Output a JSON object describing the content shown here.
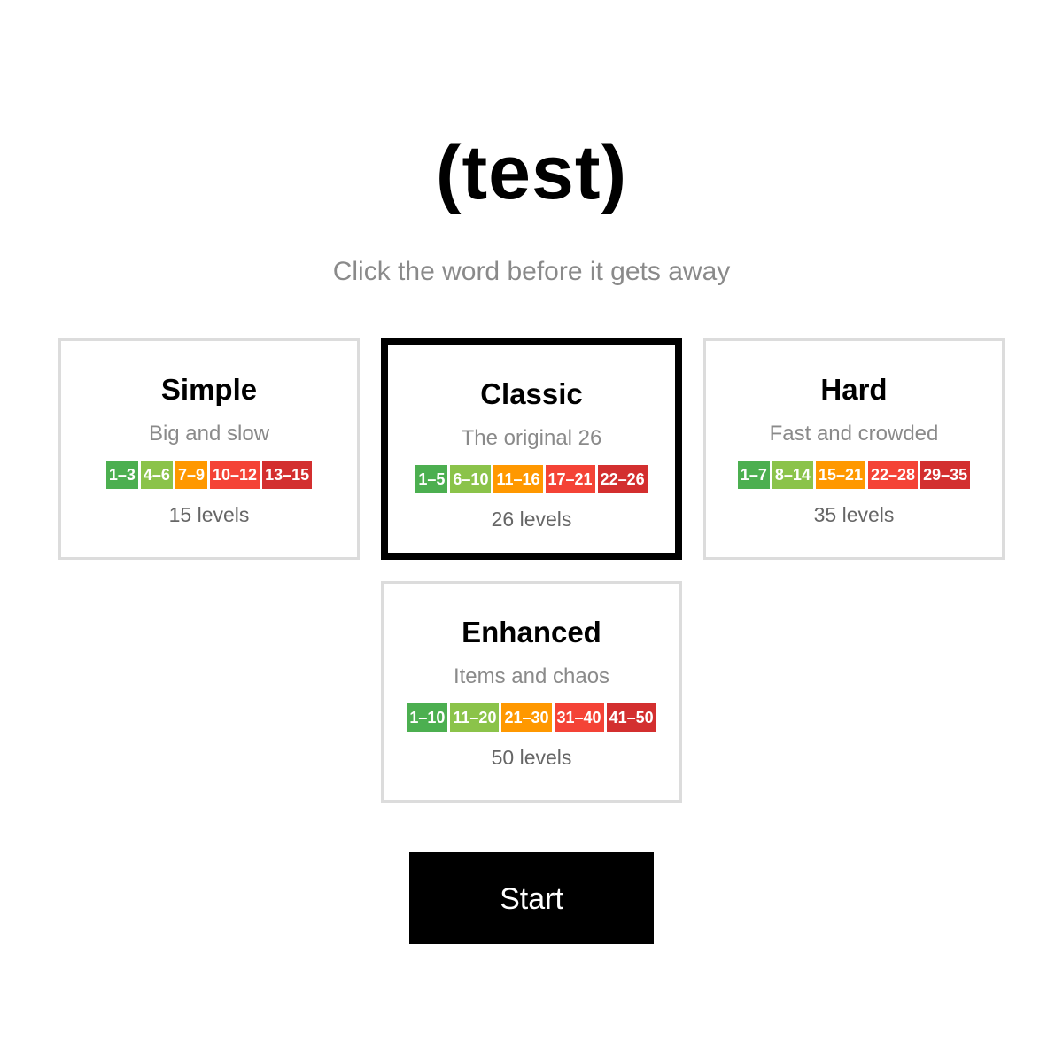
{
  "title": "(test)",
  "subtitle": "Click the word before it gets away",
  "colors": {
    "range_1": "#4caf50",
    "range_2": "#8bc34a",
    "range_3": "#ff9800",
    "range_4": "#f44336",
    "range_5": "#d32f2f",
    "selected_border": "#000000",
    "card_border": "#dcdcdc"
  },
  "modes": [
    {
      "name": "Simple",
      "description": "Big and slow",
      "ranges": [
        "1–3",
        "4–6",
        "7–9",
        "10–12",
        "13–15"
      ],
      "levels": "15 levels",
      "selected": false
    },
    {
      "name": "Classic",
      "description": "The original 26",
      "ranges": [
        "1–5",
        "6–10",
        "11–16",
        "17–21",
        "22–26"
      ],
      "levels": "26 levels",
      "selected": true
    },
    {
      "name": "Hard",
      "description": "Fast and crowded",
      "ranges": [
        "1–7",
        "8–14",
        "15–21",
        "22–28",
        "29–35"
      ],
      "levels": "35 levels",
      "selected": false
    },
    {
      "name": "Enhanced",
      "description": "Items and chaos",
      "ranges": [
        "1–10",
        "11–20",
        "21–30",
        "31–40",
        "41–50"
      ],
      "levels": "50 levels",
      "selected": false
    }
  ],
  "start_label": "Start"
}
